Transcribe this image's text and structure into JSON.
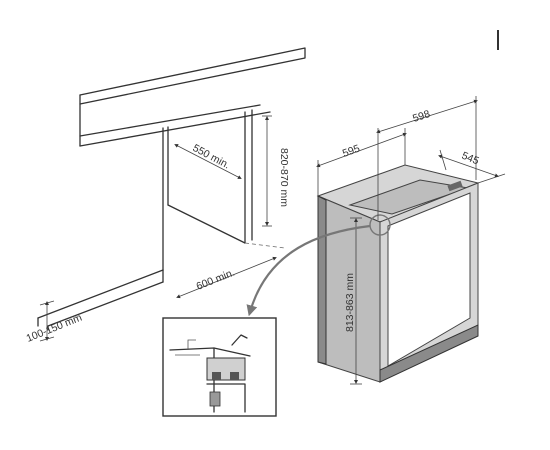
{
  "labels": {
    "recess_depth": "550 min.",
    "recess_height": "820-870 mm",
    "clearance": "600 min.",
    "plinth": "100-150 mm",
    "appliance_height": "813-863 mm",
    "door_width": "598",
    "body_width": "595",
    "depth": "545"
  },
  "icons": {
    "zoom_arrow": "curved-arrow-icon",
    "marker": "vertical-bar-icon"
  },
  "colors": {
    "line": "#333333",
    "appliance_shade": "#bdbdbd",
    "arrow": "#777777"
  }
}
